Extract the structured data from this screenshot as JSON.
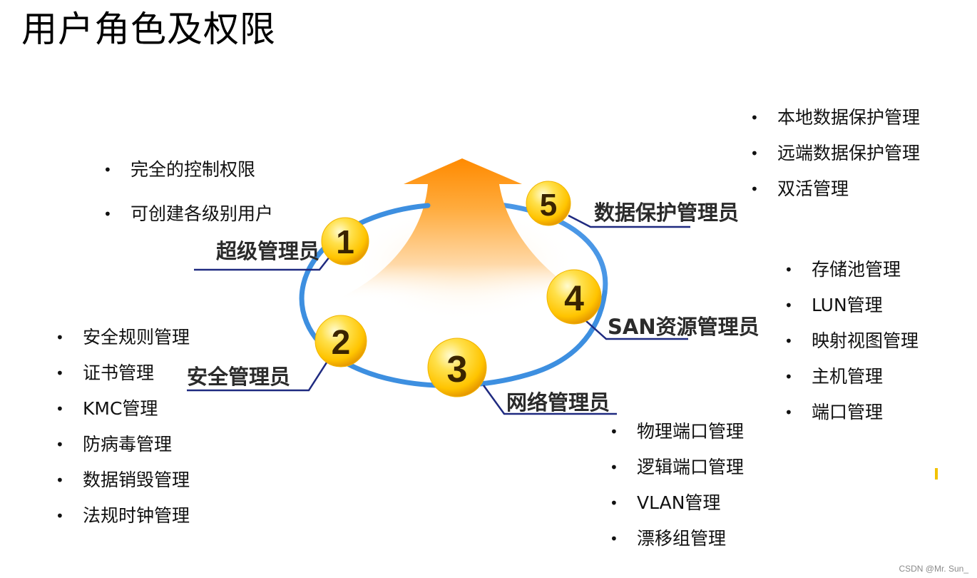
{
  "title": "用户角色及权限",
  "roles": [
    {
      "number": "1",
      "name": "超级管理员",
      "items": [
        "完全的控制权限",
        "可创建各级别用户"
      ]
    },
    {
      "number": "2",
      "name": "安全管理员",
      "items": [
        "安全规则管理",
        "证书管理",
        "KMC管理",
        "防病毒管理",
        "数据销毁管理",
        "法规时钟管理"
      ]
    },
    {
      "number": "3",
      "name": "网络管理员",
      "items": [
        "物理端口管理",
        "逻辑端口管理",
        "VLAN管理",
        "漂移组管理"
      ]
    },
    {
      "number": "4",
      "name": "SAN资源管理员",
      "items": [
        "存储池管理",
        "LUN管理",
        "映射视图管理",
        "主机管理",
        "端口管理"
      ]
    },
    {
      "number": "5",
      "name": "数据保护管理员",
      "items": [
        "本地数据保护管理",
        "远端数据保护管理",
        "双活管理"
      ]
    }
  ],
  "bullet_symbol": "•",
  "watermark": "CSDN @Mr. Sun_",
  "colors": {
    "ring": "#3d8fe0",
    "leader_line": "#1f2a80",
    "arrow_top": "#ff8c00",
    "arrow_bottom": "#ffe9cc",
    "ball_highlight": "#fff7b0",
    "ball_mid": "#ffd21a",
    "ball_edge": "#e59a00"
  },
  "icons": {
    "arrow": "upward-arrow-icon",
    "badge": "numbered-ball-icon"
  }
}
